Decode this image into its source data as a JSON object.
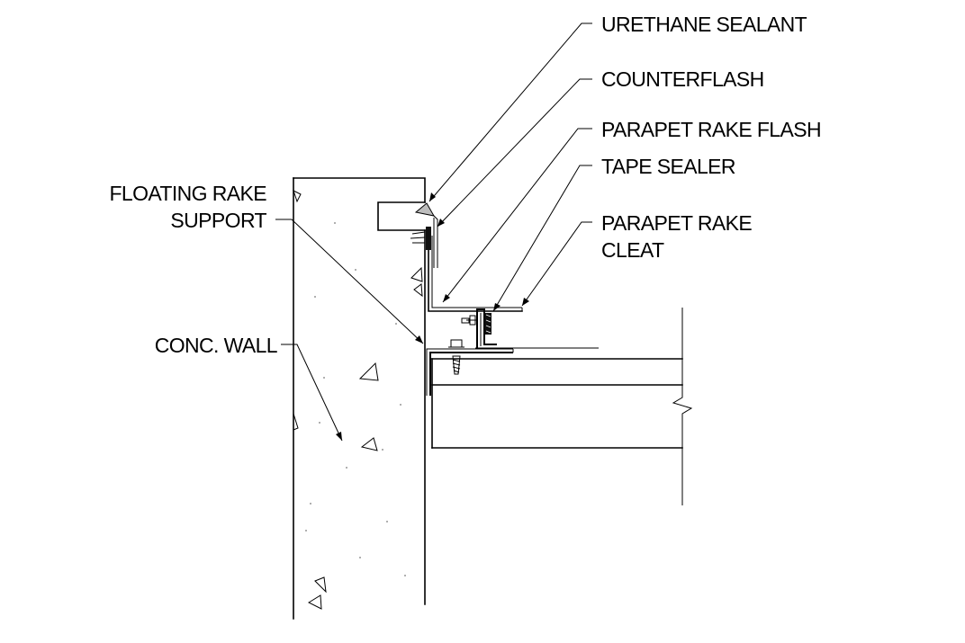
{
  "labels": {
    "urethane_sealant": "URETHANE SEALANT",
    "counterflash": "COUNTERFLASH",
    "parapet_rake_flash": "PARAPET RAKE FLASH",
    "tape_sealer": "TAPE SEALER",
    "parapet_rake_cleat_line1": "PARAPET RAKE",
    "parapet_rake_cleat_line2": "CLEAT",
    "floating_rake_support_line1": "FLOATING RAKE",
    "floating_rake_support_line2": "SUPPORT",
    "conc_wall": "CONC. WALL"
  },
  "colors": {
    "ink": "#000000",
    "background": "#ffffff",
    "sealant_fill": "#bdbdbd"
  }
}
